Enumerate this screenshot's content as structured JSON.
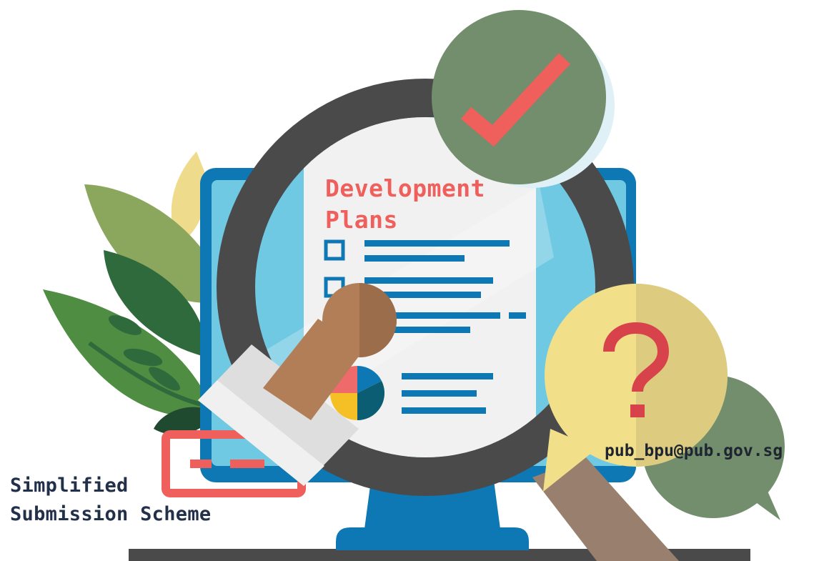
{
  "document": {
    "title_line1": "Development",
    "title_line2": "Plans"
  },
  "scheme": {
    "line1": "Simplified",
    "line2": "Submission Scheme"
  },
  "contact": {
    "email": "pub_bpu@pub.gov.sg"
  },
  "icons": [
    "leaf-icon",
    "monitor-icon",
    "magnifier-icon",
    "checkmark-icon",
    "question-bubble-icon",
    "chat-bubble-icon",
    "stamp-icon",
    "pie-chart-icon",
    "checkbox-icon"
  ],
  "colors": {
    "accent_red": "#ef5f5c",
    "monitor_blue": "#0d78b4",
    "screen_blue": "#6fc9e3",
    "lens_dark": "#4a4a4a",
    "check_green": "#728e6c",
    "bubble_yellow": "#f1df8a",
    "text_navy": "#22304a"
  }
}
